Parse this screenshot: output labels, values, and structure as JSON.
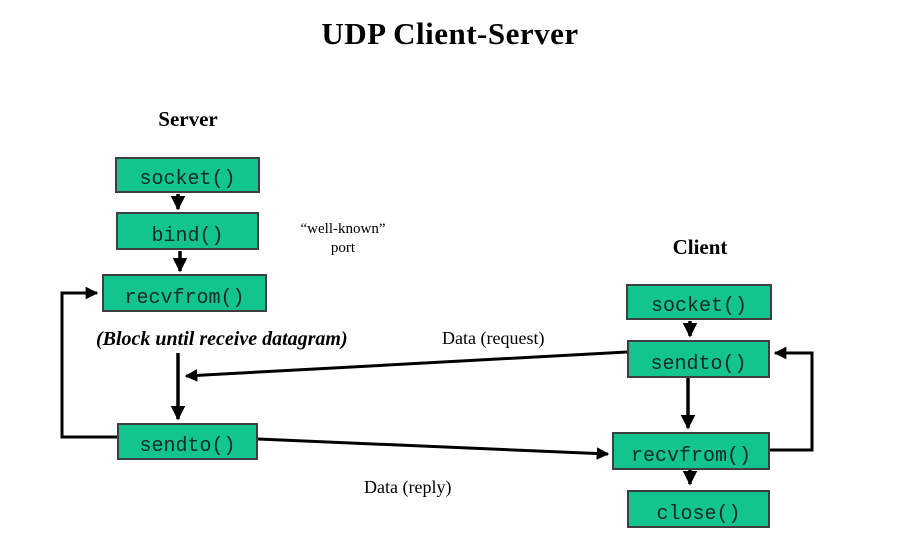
{
  "title": "UDP Client-Server",
  "server": {
    "label": "Server",
    "boxes": [
      {
        "label": "socket()"
      },
      {
        "label": "bind()"
      },
      {
        "label": "recvfrom()"
      },
      {
        "label": "sendto()"
      }
    ]
  },
  "client": {
    "label": "Client",
    "boxes": [
      {
        "label": "socket()"
      },
      {
        "label": "sendto()"
      },
      {
        "label": "recvfrom()"
      },
      {
        "label": "close()"
      }
    ]
  },
  "annotations": {
    "well_known_line1": "“well-known”",
    "well_known_line2": "port",
    "block_note": "(Block until receive datagram)",
    "data_request": "Data (request)",
    "data_reply": "Data (reply)"
  },
  "colors": {
    "box_fill": "#12c48e",
    "box_border": "#3d3f3e",
    "arrow": "#000000",
    "background": "#ffffff",
    "text": "#000000"
  }
}
